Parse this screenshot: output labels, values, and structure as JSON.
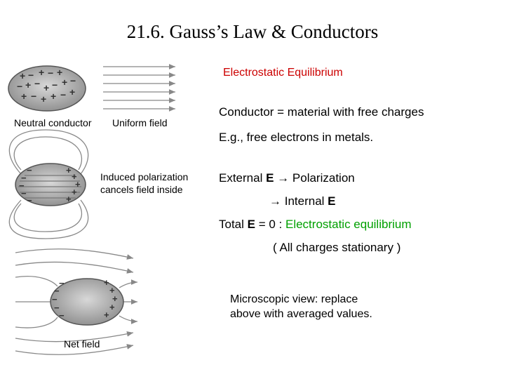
{
  "title": "21.6.  Gauss’s Law & Conductors",
  "subtitle": "Electrostatic Equilibrium",
  "figure_labels": {
    "neutral_conductor": "Neutral conductor",
    "uniform_field": "Uniform field",
    "induced_line1": "Induced polarization",
    "induced_line2": "cancels field inside",
    "net_field": "Net field"
  },
  "text": {
    "line1": "Conductor = material with free charges",
    "line2": "E.g., free electrons in metals.",
    "line3_a": "External ",
    "line3_b": "E",
    "line3_c": " Polarization",
    "line4_a": " Internal ",
    "line4_b": "E",
    "line5_a": "Total ",
    "line5_b": "E",
    "line5_c": " = 0  :  ",
    "line5_d": "Electrostatic equilibrium",
    "line6": "( All charges stationary )",
    "micro1": "Microscopic view:  replace",
    "micro2": "above with averaged values."
  },
  "arrow_glyph": "→",
  "colors": {
    "subtitle": "#cc0000",
    "highlight": "#00a000",
    "conductor_fill": "#a8a8a8",
    "field_line": "#888888",
    "charge": "#333333"
  },
  "icons": [
    "neutral-conductor-figure",
    "uniform-field-figure",
    "polarized-conductor-figure",
    "net-field-figure"
  ]
}
